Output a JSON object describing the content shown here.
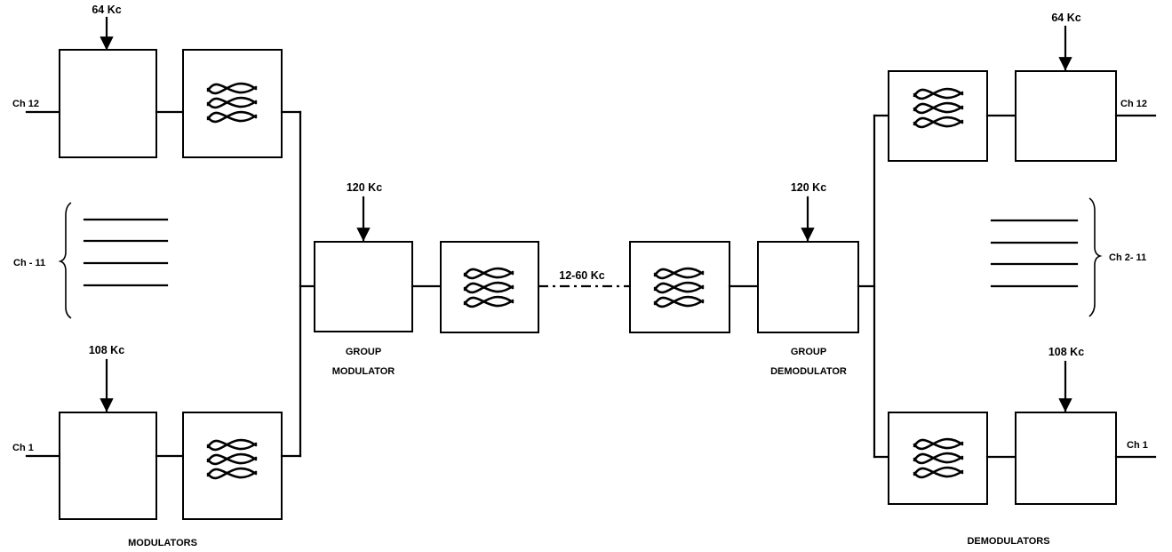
{
  "labels": {
    "mod_ch12_carrier": "64 Kc",
    "mod_ch1_carrier": "108 Kc",
    "mod_ch12": "Ch 12",
    "mod_ch_mid": "Ch - 11",
    "mod_ch1": "Ch 1",
    "group_mod_carrier": "120 Kc",
    "group_mod_line1": "GROUP",
    "group_mod_line2": "MODULATOR",
    "line_band": "12-60 Kc",
    "group_demod_carrier": "120 Kc",
    "group_demod_line1": "GROUP",
    "group_demod_line2": "DEMODULATOR",
    "demod_ch12_carrier": "64 Kc",
    "demod_ch1_carrier": "108 Kc",
    "demod_ch12": "Ch 12",
    "demod_ch_mid": "Ch 2- 11",
    "demod_ch1": "Ch 1",
    "modulators_caption": "MODULATORS",
    "demodulators_caption": "DEMODULATORS"
  }
}
